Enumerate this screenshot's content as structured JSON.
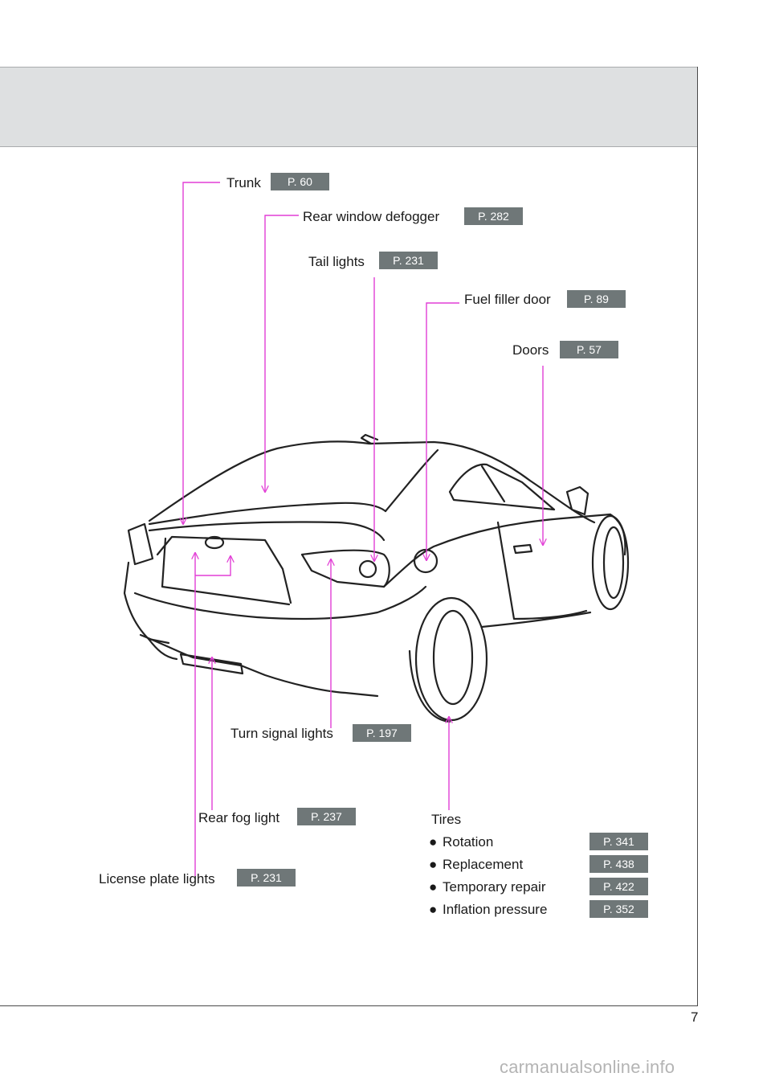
{
  "page": {
    "number": "7",
    "watermark": "carmanualsonline.info"
  },
  "callouts": {
    "trunk": {
      "label": "Trunk",
      "ref": "P. 60"
    },
    "rear_window_defogger": {
      "label": "Rear window defogger",
      "ref": "P. 282"
    },
    "tail_lights": {
      "label": "Tail lights",
      "ref": "P. 231"
    },
    "fuel_filler_door": {
      "label": "Fuel filler door",
      "ref": "P. 89"
    },
    "doors": {
      "label": "Doors",
      "ref": "P. 57"
    },
    "turn_signal_lights": {
      "label": "Turn signal lights",
      "ref": "P. 197"
    },
    "rear_fog_light": {
      "label": "Rear fog light",
      "ref": "P. 237"
    },
    "license_plate_lights": {
      "label": "License plate lights",
      "ref": "P. 231"
    }
  },
  "tires": {
    "label": "Tires",
    "bullet": "●",
    "items": [
      {
        "label": "Rotation",
        "ref": "P. 341"
      },
      {
        "label": "Replacement",
        "ref": "P. 438"
      },
      {
        "label": "Temporary repair",
        "ref": "P. 422"
      },
      {
        "label": "Inflation pressure",
        "ref": "P. 352"
      }
    ]
  },
  "colors": {
    "leader_line": "#e23fd6",
    "ref_badge": "#6f7778",
    "header_band": "#dee0e1"
  }
}
